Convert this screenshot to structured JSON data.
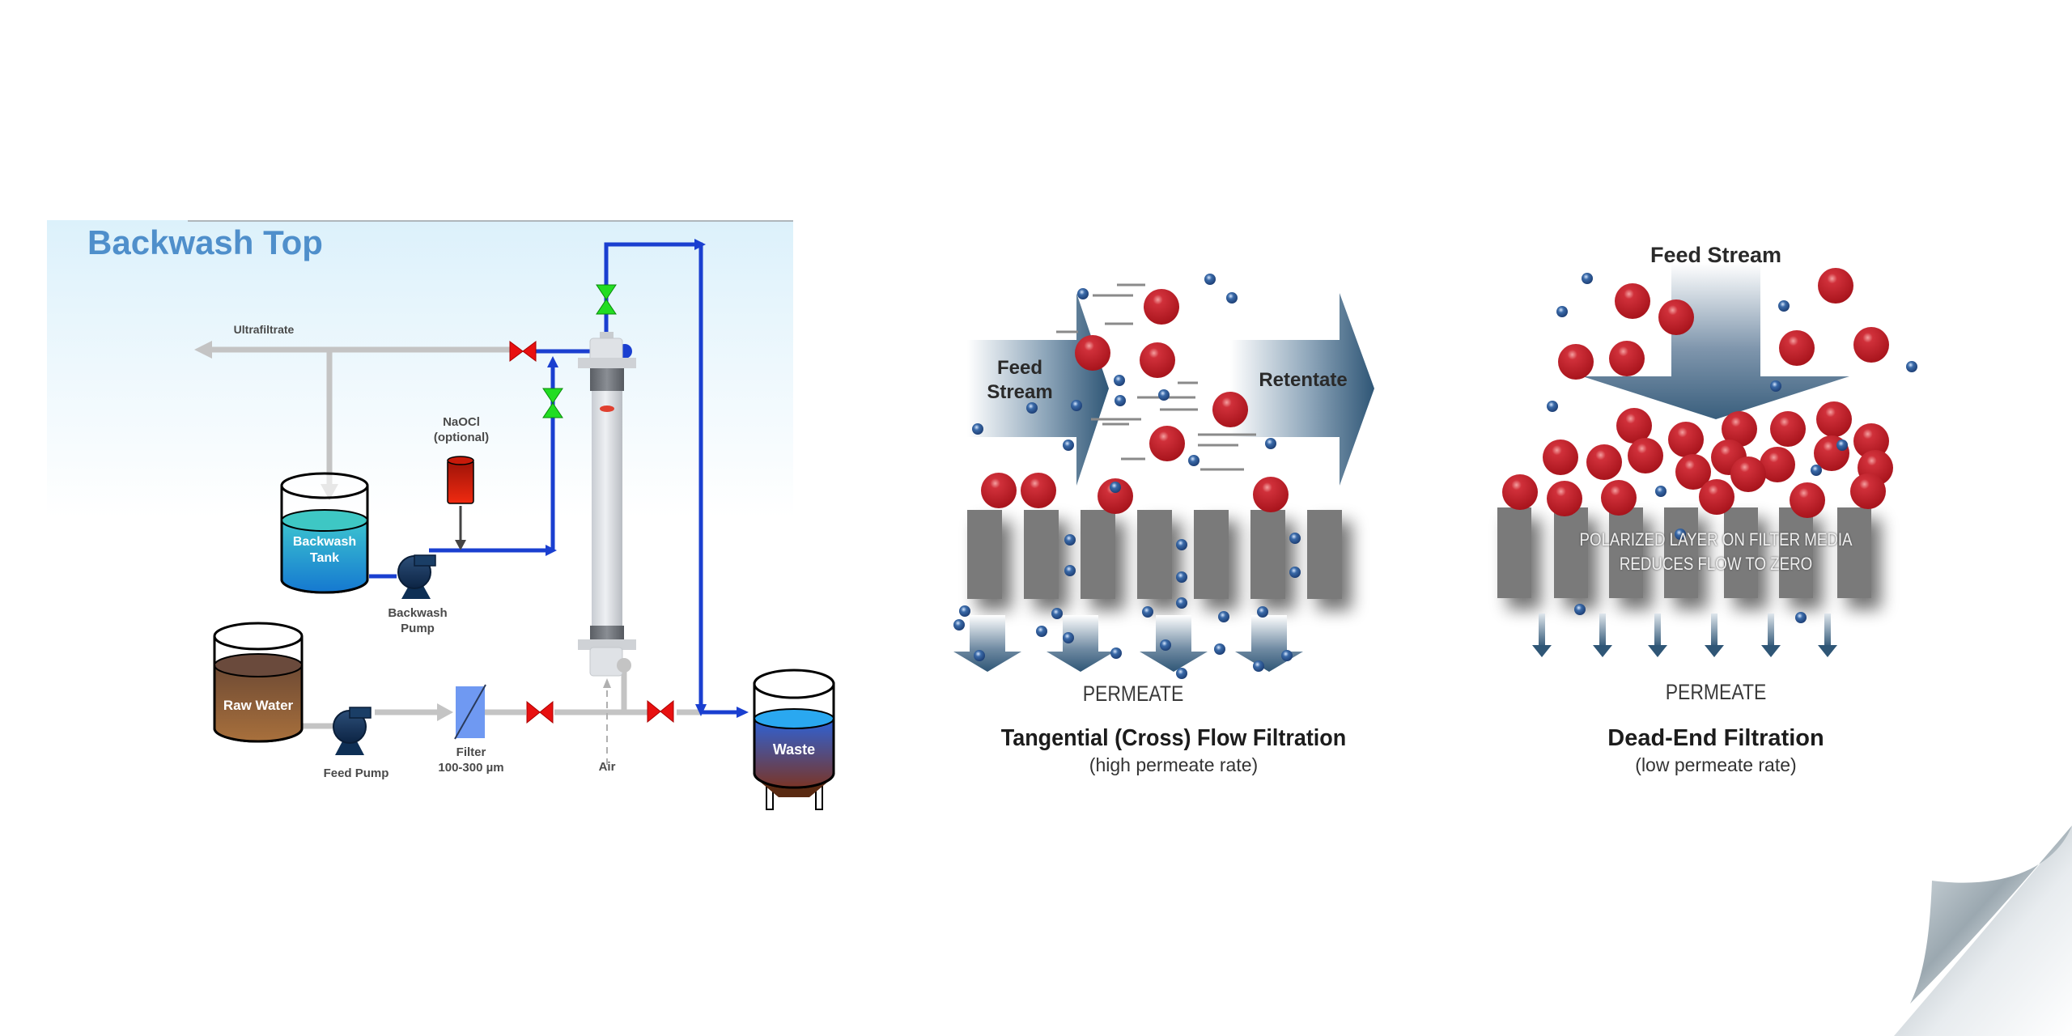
{
  "backwash": {
    "title": "Backwash Top",
    "labels": {
      "ultrafiltrate": "Ultrafiltrate",
      "naocl": "NaOCl\n(optional)",
      "backwash_tank": "Backwash\nTank",
      "backwash_pump": "Backwash\nPump",
      "raw_water": "Raw Water",
      "feed_pump": "Feed Pump",
      "filter": "Filter\n100-300 µm",
      "air": "Air",
      "waste": "Waste"
    },
    "colors": {
      "title": "#4f8fcb",
      "active_line": "#1a3fd0",
      "inactive_line": "#c4c4c4",
      "open_valve": "#22dd22",
      "closed_valve": "#e81010",
      "backwash_water": "#1a9ad6",
      "raw_water": "#8b5a30",
      "waste_top": "#2a6fd6",
      "waste_bottom": "#7a3a2a",
      "pump": "#0e2f55",
      "filter": "#6f99f2",
      "naocl": "#d81c0c"
    }
  },
  "cross_flow": {
    "feed_label": "Feed\nStream",
    "retentate_label": "Retentate",
    "permeate_label": "PERMEATE",
    "title": "Tangential (Cross) Flow Filtration",
    "subtitle": "(high permeate rate)"
  },
  "dead_end": {
    "feed_label": "Feed Stream",
    "polarized_note": "POLARIZED LAYER ON FILTER MEDIA\nREDUCES FLOW TO ZERO",
    "permeate_label": "PERMEATE",
    "title": "Dead-End Filtration",
    "subtitle": "(low permeate rate)"
  },
  "colors": {
    "particle_large": "#c0222c",
    "particle_small": "#2a5a98",
    "membrane": "#7a7a7a",
    "flow_arrow": "#3d6585"
  }
}
